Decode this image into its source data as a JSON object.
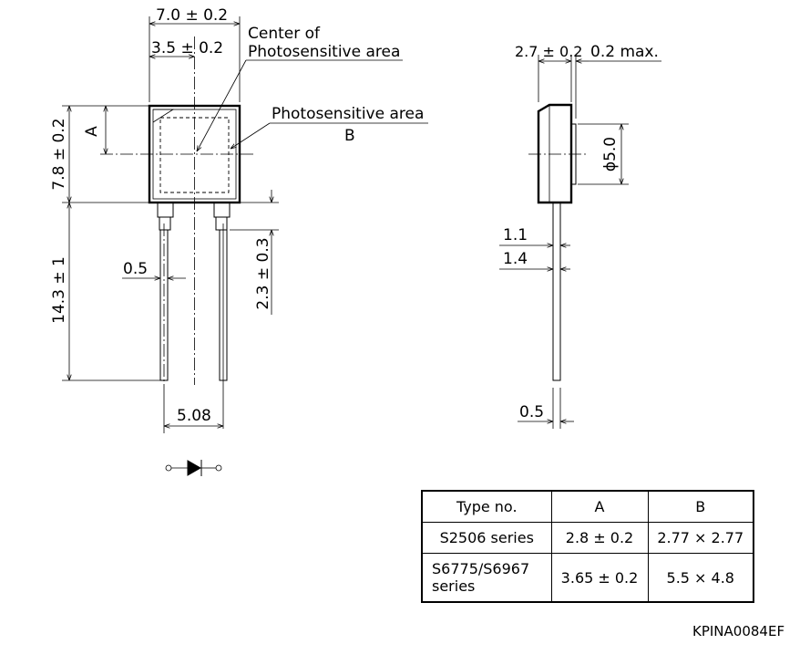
{
  "front_view": {
    "width_dim": "7.0 ± 0.2",
    "half_width_dim": "3.5 ± 0.2",
    "height_dim": "7.8 ± 0.2",
    "lead_length_dim": "14.3 ± 1",
    "lead_width_dim": "0.5",
    "lead_pitch_dim": "5.08",
    "standoff_dim": "2.3 ± 0.3",
    "a_label": "A",
    "center_label_line1": "Center of",
    "center_label_line2": "Photosensitive area",
    "area_label": "Photosensitive area",
    "b_label": "B"
  },
  "side_view": {
    "thickness_dim": "2.7 ± 0.2",
    "protrusion_dim": "0.2 max.",
    "window_dim": "ϕ5.0",
    "lead_offset_1": "1.1",
    "lead_offset_2": "1.4",
    "lead_thickness": "0.5"
  },
  "table": {
    "headers": [
      "Type no.",
      "A",
      "B"
    ],
    "rows": [
      {
        "type": "S2506 series",
        "a": "2.8 ± 0.2",
        "b": "2.77 × 2.77"
      },
      {
        "type_line1": "S6775/S6967",
        "type_line2": "series",
        "a": "3.65 ± 0.2",
        "b": "5.5 × 4.8"
      }
    ]
  },
  "figure_code": "KPINA0084EF",
  "symbol": "photodiode-symbol"
}
